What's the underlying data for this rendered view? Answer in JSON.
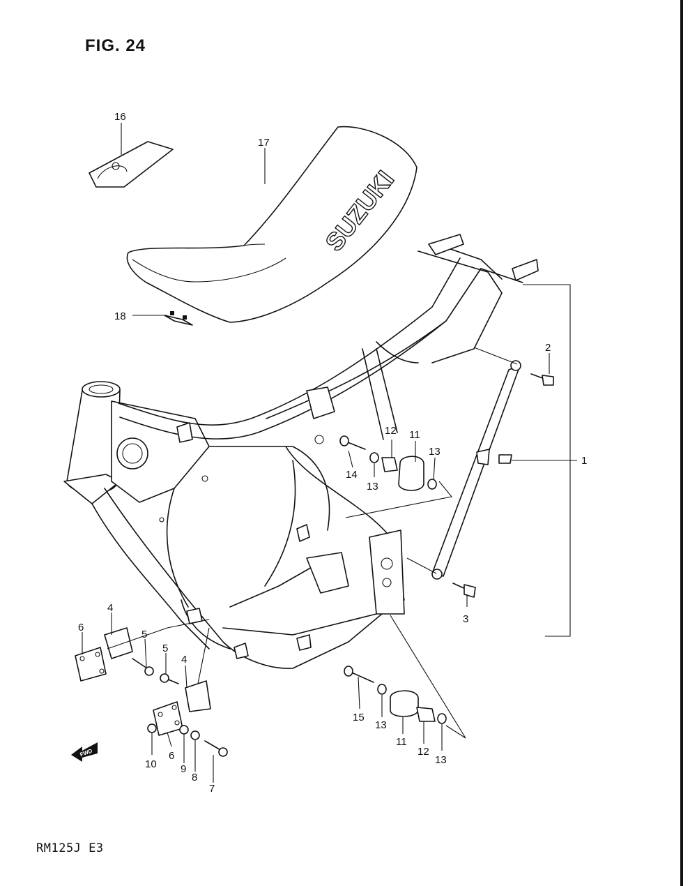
{
  "figure": {
    "title": "FIG. 24",
    "model_code": "RM125J  E3",
    "fwd_label": "FWD",
    "seat_brand": "SUZUKI"
  },
  "callouts": [
    {
      "id": "c1",
      "text": "1"
    },
    {
      "id": "c2",
      "text": "2"
    },
    {
      "id": "c3",
      "text": "3"
    },
    {
      "id": "c4a",
      "text": "4"
    },
    {
      "id": "c4b",
      "text": "4"
    },
    {
      "id": "c5a",
      "text": "5"
    },
    {
      "id": "c5b",
      "text": "5"
    },
    {
      "id": "c6a",
      "text": "6"
    },
    {
      "id": "c6b",
      "text": "6"
    },
    {
      "id": "c7",
      "text": "7"
    },
    {
      "id": "c8",
      "text": "8"
    },
    {
      "id": "c9",
      "text": "9"
    },
    {
      "id": "c10",
      "text": "10"
    },
    {
      "id": "c11a",
      "text": "11"
    },
    {
      "id": "c11b",
      "text": "11"
    },
    {
      "id": "c12a",
      "text": "12"
    },
    {
      "id": "c12b",
      "text": "12"
    },
    {
      "id": "c13a",
      "text": "13"
    },
    {
      "id": "c13b",
      "text": "13"
    },
    {
      "id": "c13c",
      "text": "13"
    },
    {
      "id": "c13d",
      "text": "13"
    },
    {
      "id": "c14",
      "text": "14"
    },
    {
      "id": "c15",
      "text": "15"
    },
    {
      "id": "c16",
      "text": "16"
    },
    {
      "id": "c17",
      "text": "17"
    },
    {
      "id": "c18",
      "text": "18"
    }
  ]
}
